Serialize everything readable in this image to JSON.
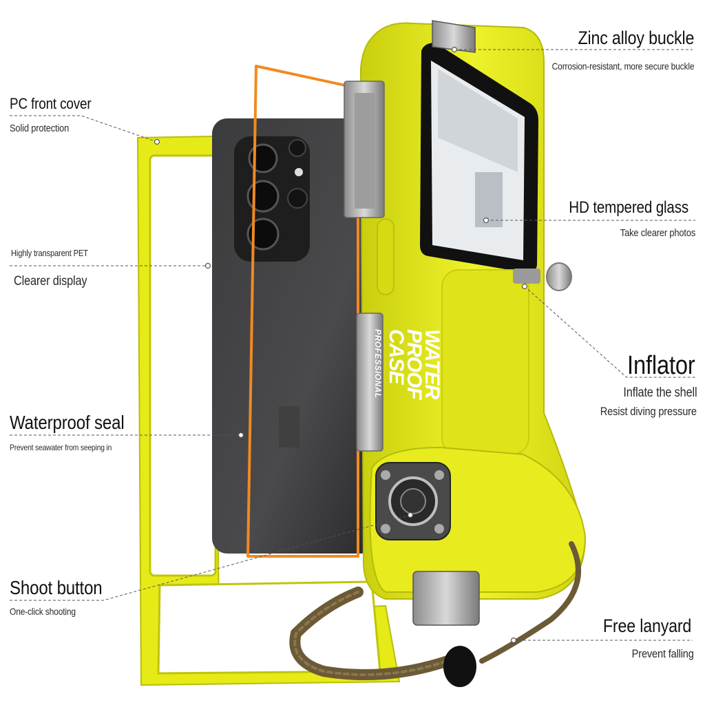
{
  "labels": {
    "zinc_buckle": {
      "title": "Zinc alloy buckle",
      "desc": "Corrosion-resistant, more secure buckle"
    },
    "pc_front_cover": {
      "title": "PC front cover",
      "desc": "Solid protection"
    },
    "hd_glass": {
      "title": "HD tempered glass",
      "desc": "Take clearer photos"
    },
    "pet": {
      "title": "Highly transparent PET",
      "desc": "Clearer display"
    },
    "inflator": {
      "title": "Inflator",
      "desc1": "Inflate the shell",
      "desc2": "Resist diving pressure"
    },
    "waterproof_seal": {
      "title": "Waterproof seal",
      "desc": "Prevent seawater from seeping in"
    },
    "shoot_button": {
      "title": "Shoot button",
      "desc": "One-click shooting"
    },
    "free_lanyard": {
      "title": "Free lanyard",
      "desc": "Prevent falling"
    }
  },
  "case_print": {
    "line1": "WATER",
    "line2": "PROOF",
    "line3": "CASE",
    "line4": "PROFESSIONAL"
  },
  "colors": {
    "case_yellow": "#e6ea17",
    "seal_orange": "#f08a22",
    "lanyard": "#6b5a35",
    "phone": "#2c2c2e"
  }
}
